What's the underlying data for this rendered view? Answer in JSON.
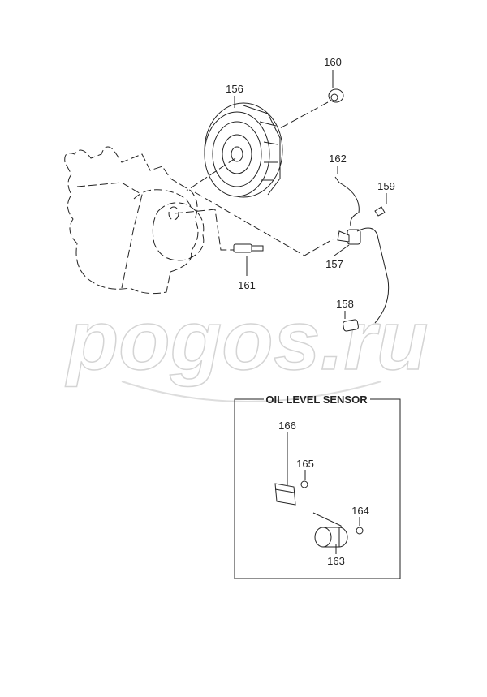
{
  "watermark": "pogos.ru",
  "callouts": {
    "c156": "156",
    "c157": "157",
    "c158": "158",
    "c159": "159",
    "c160": "160",
    "c161": "161",
    "c162": "162"
  },
  "inset": {
    "title": "OIL LEVEL SENSOR",
    "callouts": {
      "c163": "163",
      "c164": "164",
      "c165": "165",
      "c166": "166"
    }
  }
}
